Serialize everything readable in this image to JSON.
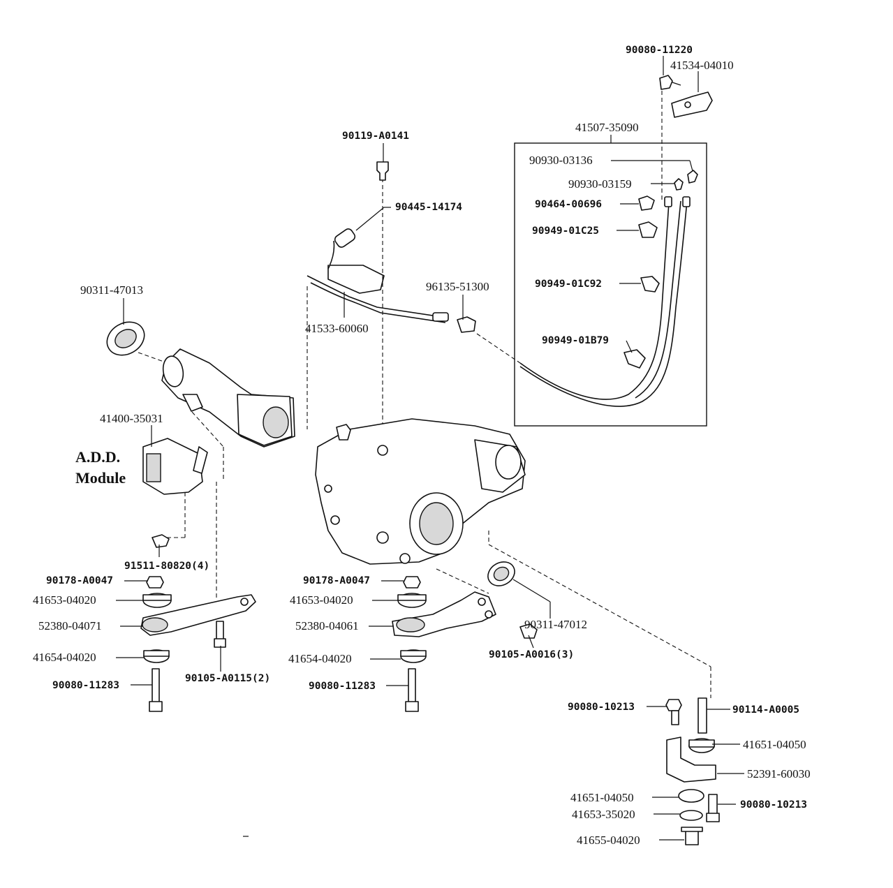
{
  "annotation": {
    "line1": "A.D.D.",
    "line2": "Module"
  },
  "labels": {
    "p90080_11220": "90080-11220",
    "p41534_04010": "41534-04010",
    "p41507_35090": "41507-35090",
    "p90119_A0141": "90119-A0141",
    "p90930_03136": "90930-03136",
    "p90930_03159": "90930-03159",
    "p90464_00696": "90464-00696",
    "p90445_14174": "90445-14174",
    "p90949_01C25": "90949-01C25",
    "p90311_47013": "90311-47013",
    "p96135_51300": "96135-51300",
    "p90949_01C92": "90949-01C92",
    "p41533_60060": "41533-60060",
    "p90949_01B79": "90949-01B79",
    "p41400_35031": "41400-35031",
    "p91511_80820": "91511-80820(4)",
    "p90178_A0047_l": "90178-A0047",
    "p41653_04020_l": "41653-04020",
    "p52380_04071": "52380-04071",
    "p41654_04020_l": "41654-04020",
    "p90080_11283_l": "90080-11283",
    "p90105_A0115": "90105-A0115(2)",
    "p90178_A0047_m": "90178-A0047",
    "p41653_04020_m": "41653-04020",
    "p52380_04061": "52380-04061",
    "p41654_04020_m": "41654-04020",
    "p90080_11283_m": "90080-11283",
    "p90311_47012": "90311-47012",
    "p90105_A0016": "90105-A0016(3)",
    "p90080_10213_a": "90080-10213",
    "p90114_A0005": "90114-A0005",
    "p41651_04050_a": "41651-04050",
    "p52391_60030": "52391-60030",
    "p41651_04050_b": "41651-04050",
    "p90080_10213_b": "90080-10213",
    "p41653_35020": "41653-35020",
    "p41655_04020": "41655-04020"
  }
}
